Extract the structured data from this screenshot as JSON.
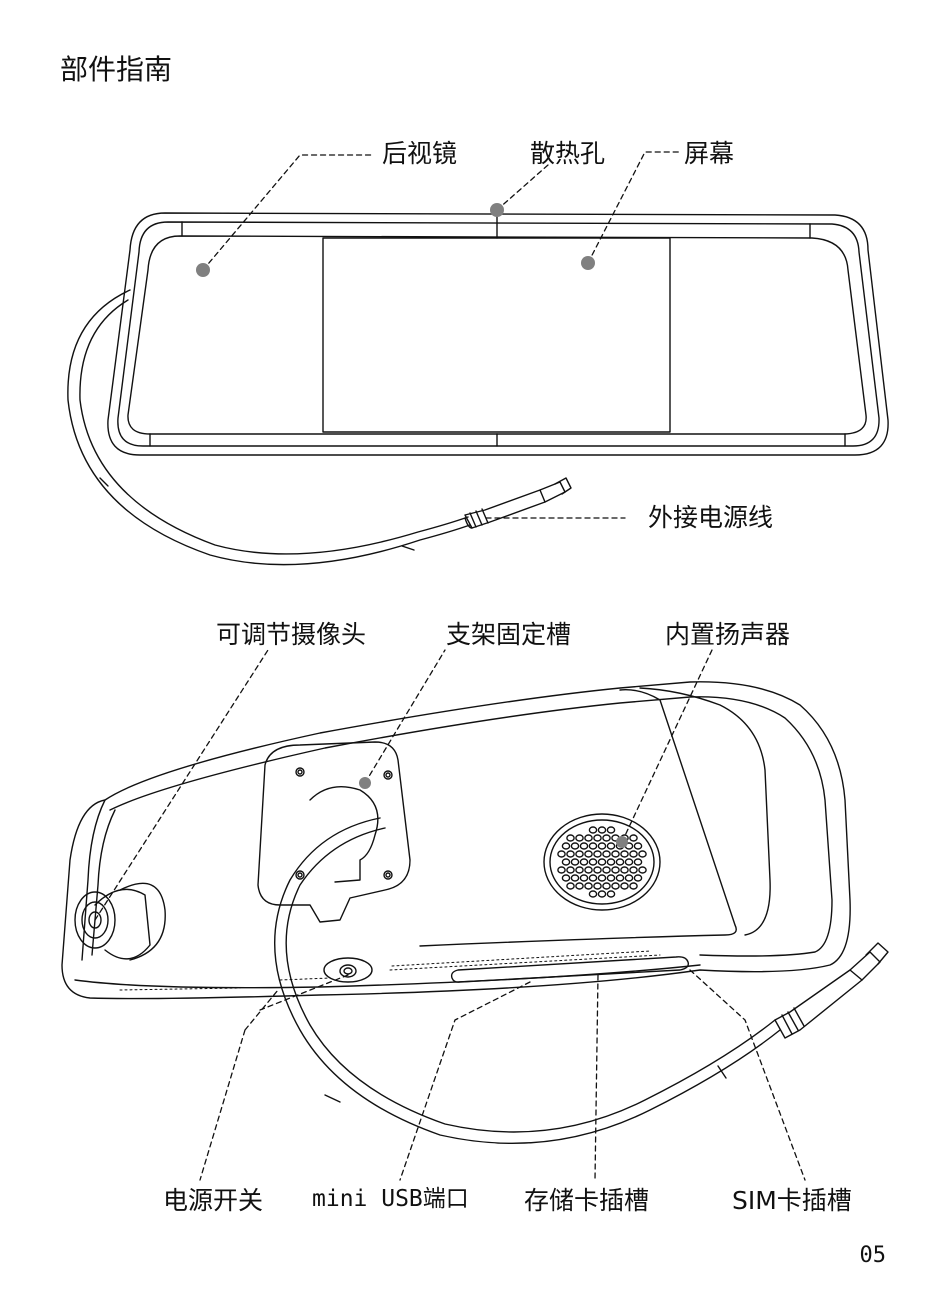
{
  "page": {
    "title": "部件指南",
    "page_number": "05"
  },
  "front": {
    "labels": {
      "mirror": "后视镜",
      "vent": "散热孔",
      "screen": "屏幕",
      "power_cable": "外接电源线"
    }
  },
  "back": {
    "labels": {
      "camera": "可调节摄像头",
      "bracket_slot": "支架固定槽",
      "speaker": "内置扬声器",
      "power_switch": "电源开关",
      "mini_usb": "mini USB端口",
      "memory_card": "存储卡插槽",
      "sim_card": "SIM卡插槽"
    }
  },
  "colors": {
    "line": "#111111",
    "marker": "#808080"
  }
}
